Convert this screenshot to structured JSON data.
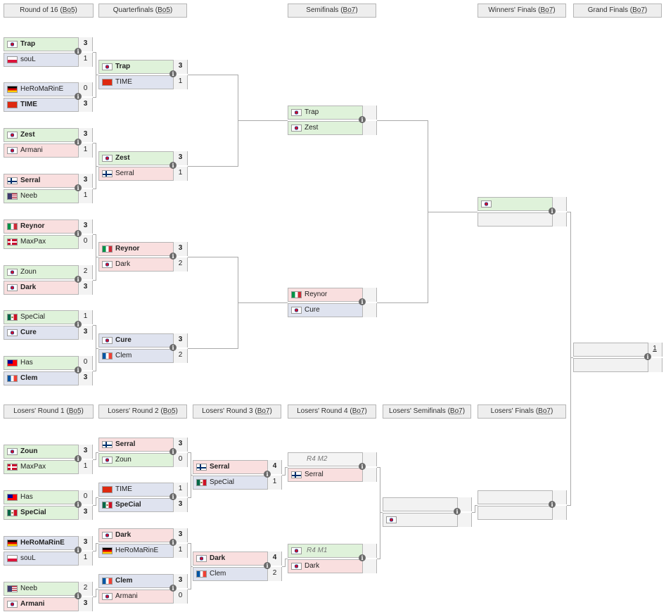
{
  "headers": {
    "upper": [
      {
        "label": "Round of 16",
        "format": "Bo5"
      },
      {
        "label": "Quarterfinals",
        "format": "Bo5"
      },
      {
        "label": "Semifinals",
        "format": "Bo7"
      },
      {
        "label": "Winners' Finals",
        "format": "Bo7"
      },
      {
        "label": "Grand Finals",
        "format": "Bo7"
      }
    ],
    "lower": [
      {
        "label": "Losers' Round 1",
        "format": "Bo5"
      },
      {
        "label": "Losers' Round 2",
        "format": "Bo5"
      },
      {
        "label": "Losers' Round 3",
        "format": "Bo7"
      },
      {
        "label": "Losers' Round 4",
        "format": "Bo7"
      },
      {
        "label": "Losers' Semifinals",
        "format": "Bo7"
      },
      {
        "label": "Losers' Finals",
        "format": "Bo7"
      }
    ]
  },
  "colors": {
    "win": "#dff2da",
    "lose": "#f9dfdf",
    "neutral": "#dfe3ef",
    "border": "#b5b5b5",
    "info": "#6a6a6a"
  },
  "icons": {
    "info": "info-circle-icon",
    "flag": "country-flag-icon"
  },
  "info_glyph": "i",
  "matches": [
    {
      "id": "ub-r16-1",
      "slots": [
        {
          "name": "Trap",
          "flag": "kr",
          "score": "3",
          "win": true,
          "bg": "win"
        },
        {
          "name": "souL",
          "flag": "pl",
          "score": "1",
          "bg": "neu"
        }
      ]
    },
    {
      "id": "ub-r16-2",
      "slots": [
        {
          "name": "HeRoMaRinE",
          "flag": "de",
          "score": "0",
          "bg": "neu"
        },
        {
          "name": "TIME",
          "flag": "cn",
          "score": "3",
          "win": true,
          "bg": "neu"
        }
      ]
    },
    {
      "id": "ub-r16-3",
      "slots": [
        {
          "name": "Zest",
          "flag": "kr",
          "score": "3",
          "win": true,
          "bg": "win"
        },
        {
          "name": "Armani",
          "flag": "kr",
          "score": "1",
          "bg": "lose"
        }
      ]
    },
    {
      "id": "ub-r16-4",
      "slots": [
        {
          "name": "Serral",
          "flag": "fi",
          "score": "3",
          "win": true,
          "bg": "lose"
        },
        {
          "name": "Neeb",
          "flag": "us",
          "score": "1",
          "bg": "win"
        }
      ]
    },
    {
      "id": "ub-r16-5",
      "slots": [
        {
          "name": "Reynor",
          "flag": "it",
          "score": "3",
          "win": true,
          "bg": "lose"
        },
        {
          "name": "MaxPax",
          "flag": "dk",
          "score": "0",
          "bg": "win"
        }
      ]
    },
    {
      "id": "ub-r16-6",
      "slots": [
        {
          "name": "Zoun",
          "flag": "kr",
          "score": "2",
          "bg": "win"
        },
        {
          "name": "Dark",
          "flag": "kr",
          "score": "3",
          "win": true,
          "bg": "lose"
        }
      ]
    },
    {
      "id": "ub-r16-7",
      "slots": [
        {
          "name": "SpeCial",
          "flag": "mx",
          "score": "1",
          "bg": "win"
        },
        {
          "name": "Cure",
          "flag": "kr",
          "score": "3",
          "win": true,
          "bg": "neu"
        }
      ]
    },
    {
      "id": "ub-r16-8",
      "slots": [
        {
          "name": "Has",
          "flag": "tw",
          "score": "0",
          "bg": "win"
        },
        {
          "name": "Clem",
          "flag": "fr",
          "score": "3",
          "win": true,
          "bg": "neu"
        }
      ]
    },
    {
      "id": "ub-qf-1",
      "slots": [
        {
          "name": "Trap",
          "flag": "kr",
          "score": "3",
          "win": true,
          "bg": "win"
        },
        {
          "name": "TIME",
          "flag": "cn",
          "score": "1",
          "bg": "neu"
        }
      ]
    },
    {
      "id": "ub-qf-2",
      "slots": [
        {
          "name": "Zest",
          "flag": "kr",
          "score": "3",
          "win": true,
          "bg": "win"
        },
        {
          "name": "Serral",
          "flag": "fi",
          "score": "1",
          "bg": "lose"
        }
      ]
    },
    {
      "id": "ub-qf-3",
      "slots": [
        {
          "name": "Reynor",
          "flag": "it",
          "score": "3",
          "win": true,
          "bg": "lose"
        },
        {
          "name": "Dark",
          "flag": "kr",
          "score": "2",
          "bg": "lose"
        }
      ]
    },
    {
      "id": "ub-qf-4",
      "slots": [
        {
          "name": "Cure",
          "flag": "kr",
          "score": "3",
          "win": true,
          "bg": "neu"
        },
        {
          "name": "Clem",
          "flag": "fr",
          "score": "2",
          "bg": "neu"
        }
      ]
    },
    {
      "id": "ub-sf-1",
      "slots": [
        {
          "name": "Trap",
          "flag": "kr",
          "score": "",
          "bg": "win"
        },
        {
          "name": "Zest",
          "flag": "kr",
          "score": "",
          "bg": "win"
        }
      ]
    },
    {
      "id": "ub-sf-2",
      "slots": [
        {
          "name": "Reynor",
          "flag": "it",
          "score": "",
          "bg": "lose"
        },
        {
          "name": "Cure",
          "flag": "kr",
          "score": "",
          "bg": "neu"
        }
      ]
    },
    {
      "id": "ub-final",
      "slots": [
        {
          "name": "",
          "flag": "kr",
          "score": "",
          "bg": "win"
        },
        {
          "name": "",
          "flag": "",
          "score": "",
          "bg": "empty"
        }
      ]
    },
    {
      "id": "grand-final",
      "slots": [
        {
          "name": "",
          "flag": "",
          "score": "",
          "bg": "empty",
          "gf": "1"
        },
        {
          "name": "",
          "flag": "",
          "score": "",
          "bg": "empty"
        }
      ]
    },
    {
      "id": "lb-r1-1",
      "slots": [
        {
          "name": "Zoun",
          "flag": "kr",
          "score": "3",
          "win": true,
          "bg": "win"
        },
        {
          "name": "MaxPax",
          "flag": "dk",
          "score": "1",
          "bg": "win"
        }
      ]
    },
    {
      "id": "lb-r1-2",
      "slots": [
        {
          "name": "Has",
          "flag": "tw",
          "score": "0",
          "bg": "win"
        },
        {
          "name": "SpeCial",
          "flag": "mx",
          "score": "3",
          "win": true,
          "bg": "win"
        }
      ]
    },
    {
      "id": "lb-r1-3",
      "slots": [
        {
          "name": "HeRoMaRinE",
          "flag": "de",
          "score": "3",
          "win": true,
          "bg": "neu"
        },
        {
          "name": "souL",
          "flag": "pl",
          "score": "1",
          "bg": "neu"
        }
      ]
    },
    {
      "id": "lb-r1-4",
      "slots": [
        {
          "name": "Neeb",
          "flag": "us",
          "score": "2",
          "bg": "win"
        },
        {
          "name": "Armani",
          "flag": "kr",
          "score": "3",
          "win": true,
          "bg": "lose"
        }
      ]
    },
    {
      "id": "lb-r2-1",
      "slots": [
        {
          "name": "Serral",
          "flag": "fi",
          "score": "3",
          "win": true,
          "bg": "lose"
        },
        {
          "name": "Zoun",
          "flag": "kr",
          "score": "0",
          "bg": "win"
        }
      ]
    },
    {
      "id": "lb-r2-2",
      "slots": [
        {
          "name": "TIME",
          "flag": "cn",
          "score": "1",
          "bg": "neu"
        },
        {
          "name": "SpeCial",
          "flag": "mx",
          "score": "3",
          "win": true,
          "bg": "neu"
        }
      ]
    },
    {
      "id": "lb-r2-3",
      "slots": [
        {
          "name": "Dark",
          "flag": "kr",
          "score": "3",
          "win": true,
          "bg": "lose"
        },
        {
          "name": "HeRoMaRinE",
          "flag": "de",
          "score": "1",
          "bg": "neu"
        }
      ]
    },
    {
      "id": "lb-r2-4",
      "slots": [
        {
          "name": "Clem",
          "flag": "fr",
          "score": "3",
          "win": true,
          "bg": "neu"
        },
        {
          "name": "Armani",
          "flag": "kr",
          "score": "0",
          "bg": "lose"
        }
      ]
    },
    {
      "id": "lb-r3-1",
      "slots": [
        {
          "name": "Serral",
          "flag": "fi",
          "score": "4",
          "win": true,
          "bg": "lose"
        },
        {
          "name": "SpeCial",
          "flag": "mx",
          "score": "1",
          "bg": "neu"
        }
      ]
    },
    {
      "id": "lb-r3-2",
      "slots": [
        {
          "name": "Dark",
          "flag": "kr",
          "score": "4",
          "win": true,
          "bg": "lose"
        },
        {
          "name": "Clem",
          "flag": "fr",
          "score": "2",
          "bg": "neu"
        }
      ]
    },
    {
      "id": "lb-r4-1",
      "slots": [
        {
          "name": "R4 M2",
          "flag": "",
          "score": "",
          "bg": "tbd",
          "tbd": true
        },
        {
          "name": "Serral",
          "flag": "fi",
          "score": "",
          "bg": "lose"
        }
      ]
    },
    {
      "id": "lb-r4-2",
      "slots": [
        {
          "name": "R4 M1",
          "flag": "kr",
          "score": "",
          "bg": "win",
          "tbd": true
        },
        {
          "name": "Dark",
          "flag": "kr",
          "score": "",
          "bg": "lose"
        }
      ]
    },
    {
      "id": "lb-sf",
      "slots": [
        {
          "name": "",
          "flag": "",
          "score": "",
          "bg": "empty"
        },
        {
          "name": "",
          "flag": "kr",
          "score": "",
          "bg": "empty"
        }
      ]
    },
    {
      "id": "lb-final",
      "slots": [
        {
          "name": "",
          "flag": "",
          "score": "",
          "bg": "empty"
        },
        {
          "name": "",
          "flag": "",
          "score": "",
          "bg": "empty"
        }
      ]
    }
  ]
}
